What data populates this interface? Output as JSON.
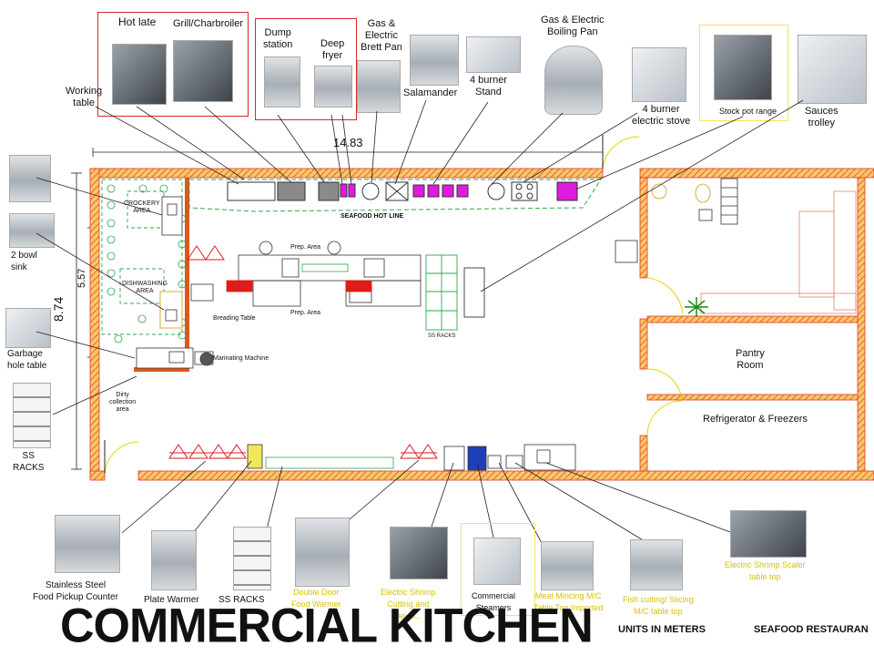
{
  "title": "COMMERCIAL KITCHEN",
  "footer": {
    "units": "UNITS IN METERS",
    "restaurant": "SEAFOOD RESTAURAN"
  },
  "dimensions": {
    "width": "14.83",
    "height_total": "8.74",
    "height_inner": "5.57"
  },
  "top_equipment": {
    "hot_plate": "Hot late",
    "grill": "Grill/Charbroiler",
    "dump_station": "Dump\nstation",
    "deep_fryer": "Deep\nfryer",
    "brett_pan": "Gas &\nElectric\nBrett Pan",
    "salamander": "Salamander",
    "burner_stand": "4 burner\nStand",
    "boiling_pan": "Gas & Electric\nBoiling Pan",
    "electric_stove": "4 burner\nelectric stove",
    "stock_pot": "Stock pot range",
    "sauces_trolley": "Sauces\ntrolley",
    "working_table": "Working\ntable"
  },
  "left_equipment": {
    "bowl_sink": "2 bowl\nsink",
    "garbage": "Garbage\nhole table",
    "ss_racks": "SS\nRACKS",
    "dirty_collection": "Dirty\ncollection\narea"
  },
  "bottom_equipment": {
    "pickup_counter": "Stainless Steel\nFood Pickup Counter",
    "plate_warmer": "Plate Warmer",
    "ss_racks": "SS RACKS",
    "door_warmer": "Double Door\nFood Warmer",
    "shrimp_cutting": "Electric Shrimp\nCutting and\nDevei...",
    "steamers": "Commercial\nSteamers",
    "meat_mincing": "Meat Mincing M/C\nTable Top Imported",
    "fish_cutting": "Fish cutting/ Slicing\nM/C table top",
    "shrimp_scaler": "Electric Shrimp Scaler\ntable top"
  },
  "plan_labels": {
    "crockery": "CROCKERY\nAREA",
    "dishwashing": "DISHWASHING\nAREA",
    "seafood_hot_line": "SEAFOOD HOT LINE",
    "prep_area_top": "Prep. Area",
    "prep_area_bottom": "Prep. Area",
    "breading_table": "Breading Table",
    "marinating": "Marinating Machine",
    "ss_racks_plan": "SS RACKS",
    "pantry": "Pantry\nRoom",
    "refrigerator": "Refrigerator & Freezers"
  },
  "colors": {
    "wall_fill": "#f6c86a",
    "wall_hatch": "#e23a1f",
    "frame_red": "#d8262a",
    "frame_yellow": "#f2e65a",
    "equipment_green": "#2ea84a",
    "burner_magenta": "#e11adf"
  }
}
